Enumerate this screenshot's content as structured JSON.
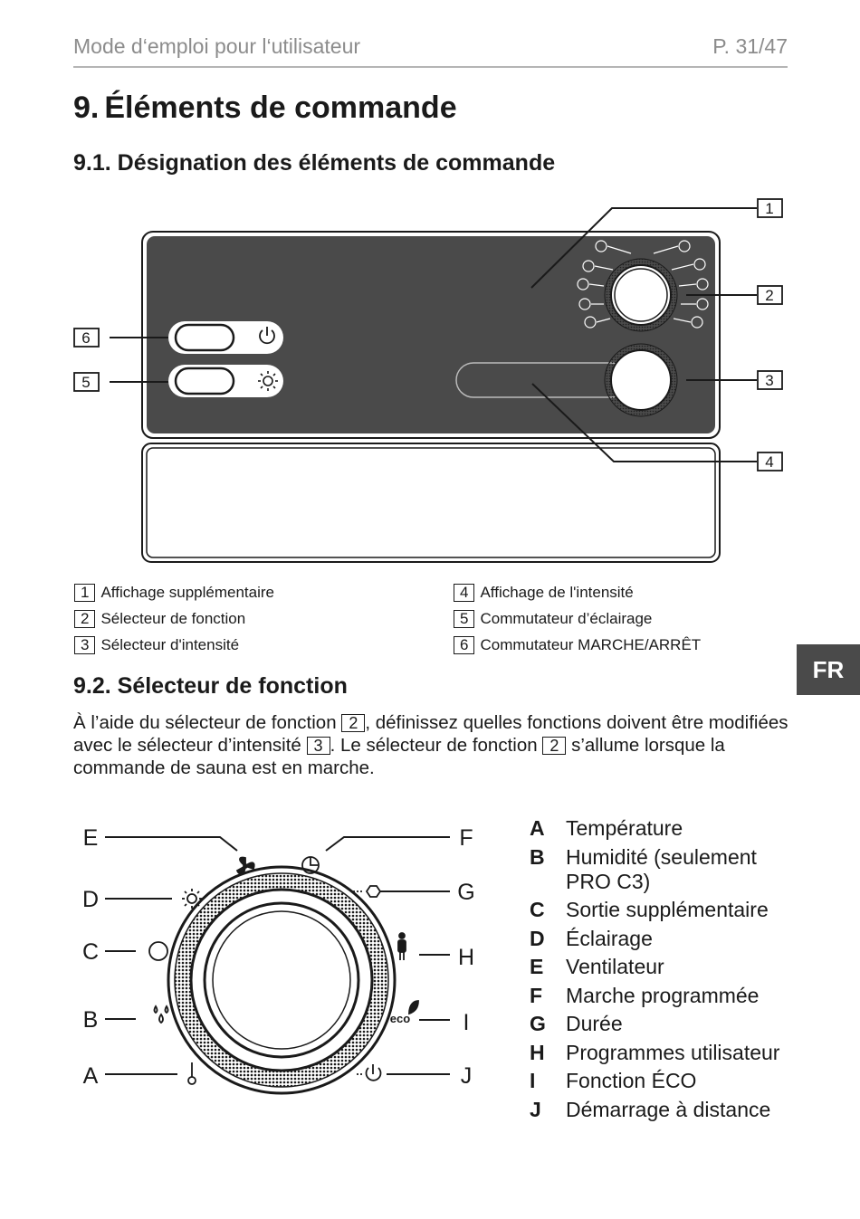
{
  "header": {
    "title": "Mode d‘emploi pour l‘utilisateur",
    "page": "P. 31/47"
  },
  "section": {
    "number": "9.",
    "title": "Éléments de commande"
  },
  "sub1": {
    "title": "9.1. Désignation des éléments de commande"
  },
  "diagram1": {
    "callouts": [
      "1",
      "2",
      "3",
      "4",
      "5",
      "6"
    ]
  },
  "legend": [
    {
      "num": "1",
      "text": "Affichage supplémentaire"
    },
    {
      "num": "2",
      "text": "Sélecteur de fonction"
    },
    {
      "num": "3",
      "text": "Sélecteur d'intensité"
    },
    {
      "num": "4",
      "text": "Affichage de l'intensité"
    },
    {
      "num": "5",
      "text": "Commutateur d’éclairage"
    },
    {
      "num": "6",
      "text": "Commutateur MARCHE/ARRÊT"
    }
  ],
  "side_tab": "FR",
  "sub2": {
    "title": "9.2. Sélecteur de fonction"
  },
  "paragraph": {
    "p1": "À l’aide du sélecteur de fonction",
    "b1": "2",
    "p2": ", définissez quelles fonctions doivent être modifiées avec le sélecteur d’intensité",
    "b2": "3",
    "p3": ". Le sélecteur de fonction",
    "b3": "2",
    "p4": "s’allume lorsque la commande de sauna est en marche."
  },
  "dial": {
    "left_labels": [
      "E",
      "D",
      "C",
      "B",
      "A"
    ],
    "right_labels": [
      "F",
      "G",
      "H",
      "I",
      "J"
    ],
    "eco_text": "eco"
  },
  "functions": [
    {
      "key": "A",
      "label": "Température"
    },
    {
      "key": "B",
      "label": "Humidité (seulement PRO C3)"
    },
    {
      "key": "C",
      "label": "Sortie supplémentaire"
    },
    {
      "key": "D",
      "label": "Éclairage"
    },
    {
      "key": "E",
      "label": "Ventilateur"
    },
    {
      "key": "F",
      "label": "Marche programmée"
    },
    {
      "key": "G",
      "label": "Durée"
    },
    {
      "key": "H",
      "label": "Programmes utilisateur"
    },
    {
      "key": "I",
      "label": "Fonction ÉCO"
    },
    {
      "key": "J",
      "label": "Démarrage à distance"
    }
  ],
  "colors": {
    "panel": "#4a4a4a",
    "text": "#1a1a1a",
    "header_gray": "#8c8c8c",
    "tab_bg": "#4a4a4a"
  }
}
